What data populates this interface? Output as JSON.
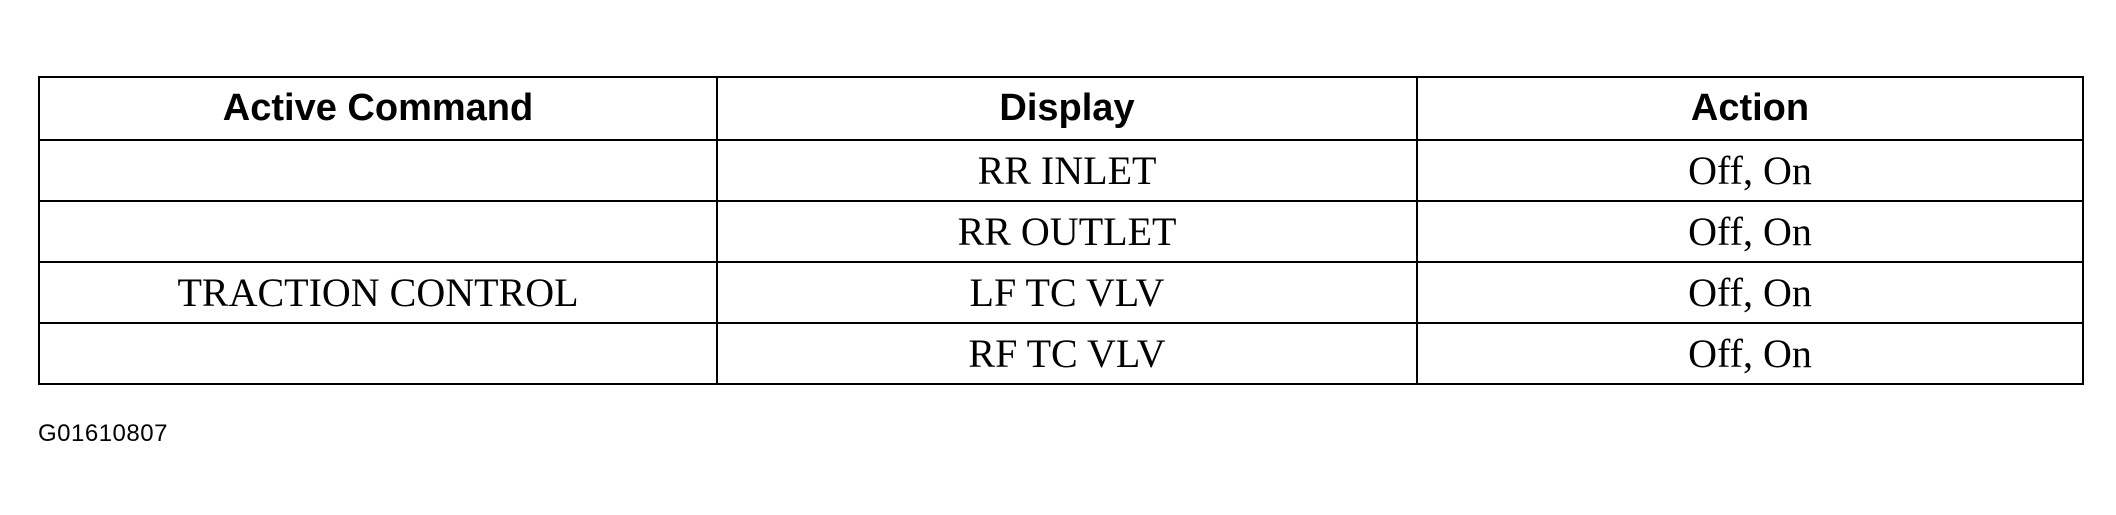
{
  "table": {
    "headers": [
      "Active Command",
      "Display",
      "Action"
    ],
    "rows": [
      {
        "active_command": "",
        "display": "RR INLET",
        "action": "Off, On"
      },
      {
        "active_command": "",
        "display": "RR OUTLET",
        "action": "Off, On"
      },
      {
        "active_command": "TRACTION CONTROL",
        "display": "LF TC VLV",
        "action": "Off, On"
      },
      {
        "active_command": "",
        "display": "RF TC VLV",
        "action": "Off, On"
      }
    ]
  },
  "figure_id": "G01610807"
}
